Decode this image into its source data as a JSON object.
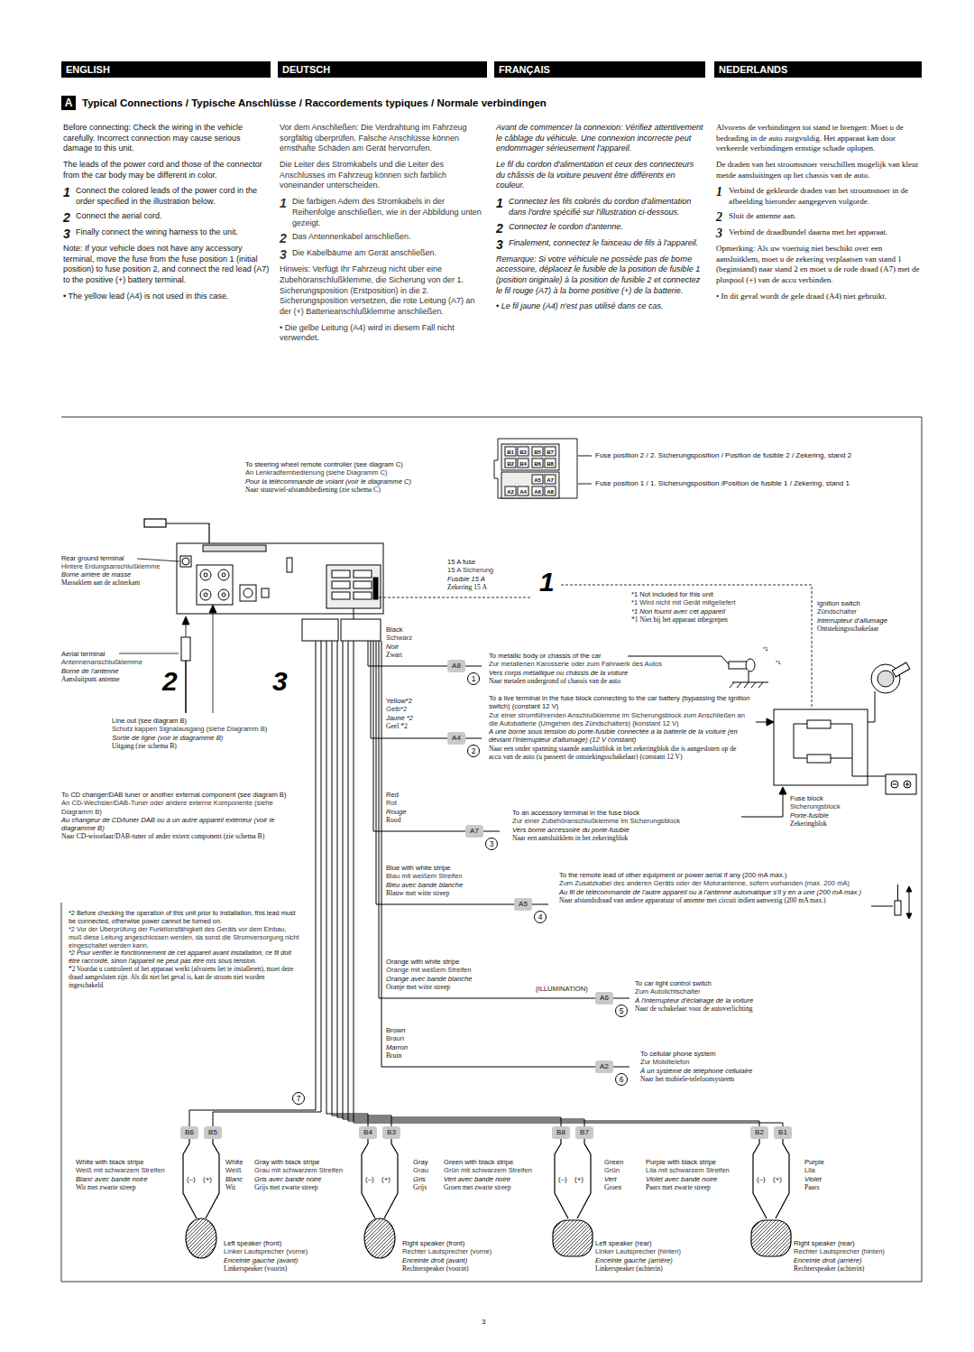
{
  "diagram": {
    "nodes": [
      {
        "text": [
          "ENGLISH"
        ]
      },
      {
        "text": [
          "DEUTSCH"
        ]
      },
      {
        "text": [
          "FRANÇAIS"
        ]
      },
      {
        "text": [
          "NEDERLANDS"
        ]
      },
      {
        "text": [
          "A",
          "Typical Connections / Typische Anschlüsse / Raccordements typiques / Normale verbindingen"
        ]
      },
      {
        "text": [
          "A8"
        ]
      },
      {
        "text": [
          "1"
        ]
      },
      {
        "text": [
          "A4"
        ]
      },
      {
        "text": [
          "2"
        ]
      },
      {
        "text": [
          "A7"
        ]
      },
      {
        "text": [
          "3"
        ]
      },
      {
        "text": [
          "A5"
        ]
      },
      {
        "text": [
          "4"
        ]
      },
      {
        "text": [
          "A6"
        ]
      },
      {
        "text": [
          "5"
        ]
      },
      {
        "text": [
          "A2"
        ]
      },
      {
        "text": [
          "6"
        ]
      },
      {
        "text": [
          "7"
        ]
      },
      {
        "text": [
          "B6"
        ]
      },
      {
        "text": [
          "B5"
        ]
      },
      {
        "text": [
          "B4"
        ]
      },
      {
        "text": [
          "B3"
        ]
      },
      {
        "text": [
          "B8"
        ]
      },
      {
        "text": [
          "B7"
        ]
      },
      {
        "text": [
          "B2"
        ]
      },
      {
        "text": [
          "B1"
        ]
      }
    ],
    "labels": [
      "Before connecting: Check the wiring in the vehicle carefully. Incorrect connection may cause serious damage to this unit.",
      "The leads of the power cord and those of the connector from the car body may be different in color.",
      "1",
      "Connect the colored leads of the power cord in the order specified in the illustration below.",
      "2",
      "Connect the aerial cord.",
      "3",
      "Finally connect the wiring harness to the unit.",
      "Note: If your vehicle does not have any accessory terminal, move the fuse from the fuse position 1 (initial position) to fuse position 2, and connect the red lead (A7) to the positive (+) battery terminal.",
      "• The yellow lead (A4) is not used in this case.",
      "Vor dem Anschließen: Die Verdrahtung im Fahrzeug sorgfältig überprüfen. Falsche Anschlüsse können ernsthafte Schäden am Gerät hervorrufen.",
      "Die Leiter des Stromkabels und die Leiter des Anschlusses im Fahrzeug können sich farblich voneinander unterscheiden.",
      "1",
      "Die farbigen Adern des Stromkabels in der Reihenfolge anschließen, wie in der Abbildung unten gezeigt.",
      "2",
      "Das Antennenkabel anschließen.",
      "3",
      "Die Kabelbäume am Gerät anschließen.",
      "Hinweis: Verfügt Ihr Fahrzeug nicht über eine Zubehöranschlußklemme, die Sicherung von der 1. Sicherungsposition (Erstposition) in die 2. Sicherungsposition versetzen, die rote Leitung (A7) an der (+) Batterieanschlußklemme anschließen.",
      "• Die gelbe Leitung (A4) wird in diesem Fall nicht verwendet.",
      "Avant de commencer la connexion: Vérifiez attentivement le câblage du véhicule. Une connexion incorrecte peut endommager sérieusement l'appareil.",
      "Le fil du cordon d'alimentation et ceux des connecteurs du châssis de la voiture peuvent être différents en couleur.",
      "1",
      "Connectez les fils colorés du cordon d'alimentation dans l'ordre spécifié sur l'illustration ci-dessous.",
      "2",
      "Connectez le cordon d'antenne.",
      "3",
      "Finalement, connectez le faisceau de fils à l'appareil.",
      "Remarque: Si votre véhicule ne possède pas de borne accessoire, déplacez le fusible de la position de fusible 1 (position originale) à la position de fusible 2 et connectez le fil rouge (A7) à la borne positive (+) de la batterie.",
      "• Le fil jaune (A4) n'est pas utilisé dans ce cas.",
      "Alvorens de verbindingen tot stand te brengen: Moet u de bedrading in de auto zorgvuldig. Het apparaat kan door verkeerde verbindingen ernstige schade oplopen.",
      "De draden van het stroomsnoer verschillen mogelijk van kleur metde aansluitingen op het chassis van de auto.",
      "1",
      "Verbind de gekleurde draden van het stroomsnoer in de afbeelding hieronder aangegeven volgorde.",
      "2",
      "Sluit de antenne aan.",
      "3",
      "Verbind de draadbundel daarna met het apparaat.",
      "Opmerking: Als uw voertuig niet beschikt over een aansluitklem, moet u de zekering verplaatsen van stand 1 (beginstand) naar stand 2 en moet u de rode draad (A7) met de pluspool (+) van de accu verbinden.",
      "• In dit geval wordt de gele draad (A4) niet gebruikt.",
      "B1",
      "B3",
      "B5",
      "B7",
      "B2",
      "B4",
      "B6",
      "B8",
      "A5",
      "A7",
      "A2",
      "A4",
      "A6",
      "A8",
      "Fuse position 2 / 2. Sicherungsposition / Position de fusible 2 / Zekering, stand 2",
      "Fuse position 1 / 1. Sicherungsposition /Position de fusible 1 / Zekering, stand 1",
      "To steering wheel remote controller (see diagram C)",
      "An Lenkradfernbedienung (siehe Diagramm C)",
      "Pour la télécommande de volant (voir le diagramme C)",
      "Naar stuurwiel-afstandsbediening (zie schema C)",
      "Rear ground terminal",
      "Hintere Erdungsanschlußklemme",
      "Borne arrière de masse",
      "Massaklem aan de achterkant",
      "Aerial terminal",
      "Antennenanschlußklemme",
      "Borne de l'antenne",
      "Aansluitpunt antenne",
      "2",
      "3",
      "1",
      "Line out (see diagram B)",
      "Schutz kappen Signalausgang (siehe Diagramm B)",
      "Sortie de ligne (voir le diagramme B)",
      "Uitgang (zie schema B)",
      "To CD changer/DAB tuner or another external component (see diagram B)",
      "An CD-Wechsler/DAB-Tuner oder andere externe Komponente (siehe Diagramm B)",
      "Au changeur de CD/tuner DAB ou à un autre appareil extérieur (voir le diagramme B)",
      "Naar CD-wisselaar/DAB-tuner of ander extern component (zie schema B)",
      "*2 Before checking the operation of this unit prior to installation, this lead must be connected, otherwise power cannot be turned on.",
      "*2 Vor der Überprüfung der Funktionsfähigkeit des Geräts vor dem Einbau, muß diese Leitung angeschlossen werden, da sonst die Stromversorgung nicht eingeschaltet werden kann.",
      "*2 Pour vérifier le fonctionnement de cet appareil avant installation, ce fil doit être raccordé, sinon l'appareil ne peut pas être mis sous tension.",
      "*2 Voordat u controleert of het apparaat werkt (alvorens het te installeren), moet deze draad aangesloten zijn. Als dit niet het geval is, kan de stroom niet worden ingeschakeld.",
      "15 A fuse",
      "15 A Sicherung",
      "Fusible 15 A",
      "Zekering 15 A",
      "*1 Not included for this unit",
      "*1 Wird nicht mit Gerät mitgeliefert",
      "*1 Non fourni avec cet appareil",
      "*1 Niet bij het apparaat inbegrepen",
      "Ignition switch",
      "Zündschalter",
      "Interrupteur d'allumage",
      "Ontstekingsschakelaar",
      "Black",
      "Schwarz",
      "Noir",
      "Zwart",
      "To metallic body or chassis of the car",
      "Zur metallenen Karosserie oder zum Fahrwerk des Autos",
      "Vers corps métallique ou châssis de la voiture",
      "Naar metalen ondergrond of chassis van de auto",
      "*1",
      "*1",
      "Yellow*2",
      "Gelb*2",
      "Jaune *2",
      "Geel *2",
      "To a live terminal in the fuse block connecting to the car battery (bypassing the ignition switch) (constant 12 V)",
      "Zur einer stromführenden Anschlußklemme im Sicherungsblock zum Anschließen an die Autobatterie (Umgehen des Zündschalters) (konstant 12 V)",
      "A une borne sous tension du porte-fusible connectée à la batterie de la voiture (en déviant l'interrupteur d'allumage) (12 V constant)",
      "Naar een onder spanning staande aansluitblok in het zekeringblok die is aangesloten op de accu van de auto (u passeert de ontstekingsschakelaar) (constant 12 V)",
      "Red",
      "Rot",
      "Rouge",
      "Rood",
      "To an accessory terminal in the fuse block",
      "Zur einer Zubehöranschlußklemme im Sicherungsblock",
      "Vers borne accessoire du porte-fusible",
      "Naar een aansluitklem in het zekeringblok",
      "Fuse block",
      "Sicherungsblock",
      "Porte-fusible",
      "Zekeringblok",
      "Blue with white stripe",
      "Blau mit weißem Streifen",
      "Bleu avec bande blanche",
      "Blauw met witte streep",
      "To the remote lead of other equipment or power aerial if any (200 mA max.)",
      "Zum Zusatzkabel des anderen Geräts oder der Motorantenne, sofern vorhanden (max. 200 mA)",
      "Au fil de télécommande de l'autre appareil ou à l'antenne automatique s'il y en a une (200 mA max.)",
      "Naar afstandsdraad van andere apparatuur of antenne met circuit indien aanwezig (200 mA max.)",
      "Orange with white stripe",
      "Orange mit weißem Streifen",
      "Orange avec bande blanche",
      "Oranje met witte streep",
      "(ILLUMINATION)",
      "To car light control switch",
      "Zum Autolichtschalter",
      "À l'interrupteur d'éclairage de la voiture",
      "Naar de schakelaar voor de autoverlichting",
      "Brown",
      "Braun",
      "Marron",
      "Bruin",
      "To cellular phone system",
      "Zur Mobiltelefon",
      "À un système de téléphone cellulaire",
      "Naar het mobiele-telefoonsysteem",
      "White with black stripe",
      "Weiß mit schwarzem Streifen",
      "Blanc avec bande noire",
      "Wit met zwarte streep",
      "White",
      "Weiß",
      "Blanc",
      "Wit",
      "Gray with black stripe",
      "Grau mit schwarzem Streifen",
      "Gris avec bande noire",
      "Grijs met zwarte streep",
      "Gray",
      "Grau",
      "Gris",
      "Grijs",
      "Green with black stripe",
      "Grün mit schwarzem Streifen",
      "Vert avec bande noire",
      "Groen met zwarte streep",
      "Green",
      "Grün",
      "Vert",
      "Groen",
      "Purple with black stripe",
      "Lila mit schwarzem Streifen",
      "Violet avec bande noire",
      "Paars met zwarte streep",
      "Purple",
      "Lila",
      "Violet",
      "Paars",
      "(–)",
      "(+)",
      "(–)",
      "(+)",
      "(–)",
      "(+)",
      "(–)",
      "(+)",
      "Left speaker (front)",
      "Linker Lautsprecher (vorne)",
      "Enceinte gauche (avant)",
      "Linkerspeaker (voorin)",
      "Right speaker (front)",
      "Rechter Lautsprecher (vorne)",
      "Enceinte droit (avant)",
      "Rechterspeaker (voorin)",
      "Left speaker (rear)",
      "Linker Lautsprecher (hinten)",
      "Enceinte gauche (arrière)",
      "Linkerspeaker (achterin)",
      "Right speaker (rear)",
      "Rechter Lautsprecher (hinten)",
      "Enceinte droit (arrière)",
      "Rechterspeaker (achterin)",
      "3"
    ]
  }
}
